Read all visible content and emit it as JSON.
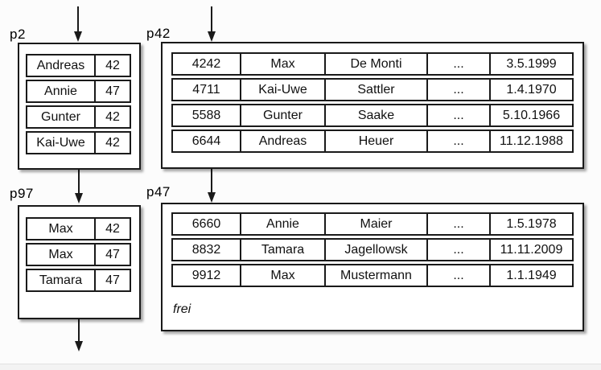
{
  "colors": {
    "line": "#1a1a1a",
    "box_fill": "#ffffff",
    "background": "#fcfcfc",
    "shadow": "rgba(0,0,0,0.35)"
  },
  "diagram": {
    "pages": [
      {
        "label": "p2",
        "rows": [
          [
            "Andreas",
            "42"
          ],
          [
            "Annie",
            "47"
          ],
          [
            "Gunter",
            "42"
          ],
          [
            "Kai-Uwe",
            "42"
          ]
        ]
      },
      {
        "label": "p42",
        "rows": [
          [
            "4242",
            "Max",
            "De Monti",
            "...",
            "3.5.1999"
          ],
          [
            "4711",
            "Kai-Uwe",
            "Sattler",
            "...",
            "1.4.1970"
          ],
          [
            "5588",
            "Gunter",
            "Saake",
            "...",
            "5.10.1966"
          ],
          [
            "6644",
            "Andreas",
            "Heuer",
            "...",
            "11.12.1988"
          ]
        ]
      },
      {
        "label": "p97",
        "rows": [
          [
            "Max",
            "42"
          ],
          [
            "Max",
            "47"
          ],
          [
            "Tamara",
            "47"
          ]
        ]
      },
      {
        "label": "p47",
        "rows": [
          [
            "6660",
            "Annie",
            "Maier",
            "...",
            "1.5.1978"
          ],
          [
            "8832",
            "Tamara",
            "Jagellowsk",
            "...",
            "11.11.2009"
          ],
          [
            "9912",
            "Max",
            "Mustermann",
            "...",
            "1.1.1949"
          ]
        ],
        "footer": "frei"
      }
    ]
  }
}
